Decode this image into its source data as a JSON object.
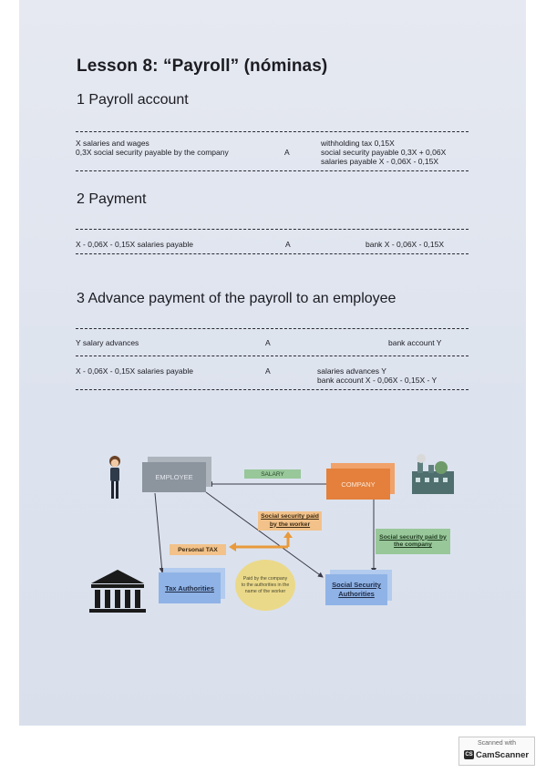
{
  "title": "Lesson 8: “Payroll” (nóminas)",
  "sections": [
    {
      "heading": "1 Payroll account",
      "debit": [
        "X salaries and wages",
        "0,3X social security payable by the company"
      ],
      "a": "A",
      "credit": [
        "withholding tax 0,15X",
        "social security payable 0,3X + 0,06X",
        "salaries payable X - 0,06X - 0,15X"
      ]
    },
    {
      "heading": "2 Payment",
      "debit": [
        "X - 0,06X - 0,15X salaries payable"
      ],
      "a": "A",
      "credit": [
        "bank X - 0,06X - 0,15X"
      ]
    },
    {
      "heading": "3 Advance payment of the payroll to an employee",
      "entry1": {
        "debit": "Y salary advances",
        "a": "A",
        "credit": "bank account Y"
      },
      "entry2": {
        "debit": "X - 0,06X - 0,15X salaries payable",
        "a": "A",
        "credit": [
          "salaries advances Y",
          "bank account X - 0,06X - 0,15X - Y"
        ]
      }
    }
  ],
  "diagram": {
    "employee": "EMPLOYEE",
    "company": "COMPANY",
    "salary": "SALARY",
    "ss_worker": "Social security paid by the worker",
    "personal_tax": "Personal TAX",
    "ss_company": "Social security paid by the company",
    "paid_by": "Paid by the company to the authorities in the name of the worker",
    "tax_authorities": "Tax Authorities",
    "ss_authorities": "Social Security Authorities"
  },
  "stamp": {
    "scanned_with": "Scanned with",
    "brand": "CamScanner",
    "logo": "CS"
  }
}
